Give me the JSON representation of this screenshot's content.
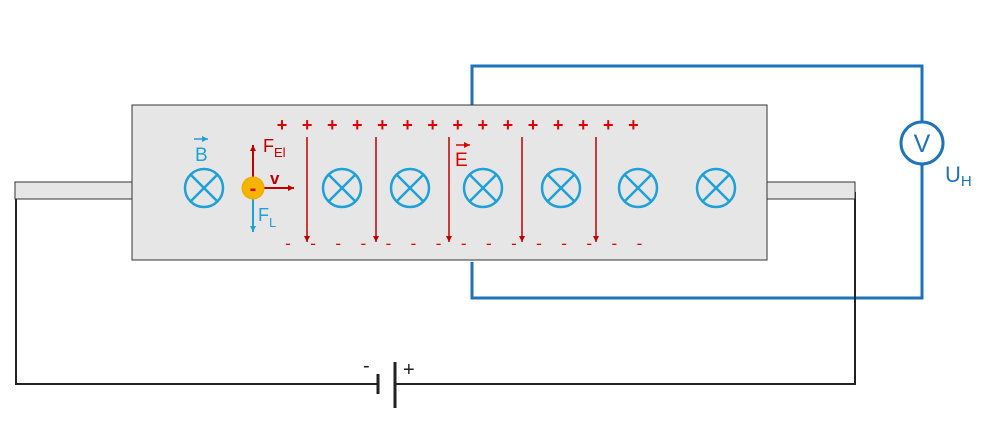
{
  "labels": {
    "b_field": "B",
    "e_field": "E",
    "f_el": "F",
    "f_el_sub": "El",
    "f_l": "F",
    "f_l_sub": "L",
    "velocity": "v",
    "electron": "-",
    "hall_voltage": "U",
    "hall_voltage_sub": "H",
    "voltmeter": "V",
    "battery_minus": "-",
    "battery_plus": "+"
  },
  "charges": {
    "top_plus_count": 15,
    "plus_symbol": "+",
    "bottom_minus_count": 15,
    "minus_symbol": "-"
  },
  "b_field_symbols_count": 7,
  "e_field_arrows_count": 5,
  "colors": {
    "charge_red": "#e00000",
    "field_arrow": "#c00000",
    "magnetic_blue": "#1ea0d8",
    "wire_blue": "#1f73b7",
    "electron_orange": "#f5b400",
    "plate_gray": "#e6e6e6",
    "outline": "#333333"
  }
}
